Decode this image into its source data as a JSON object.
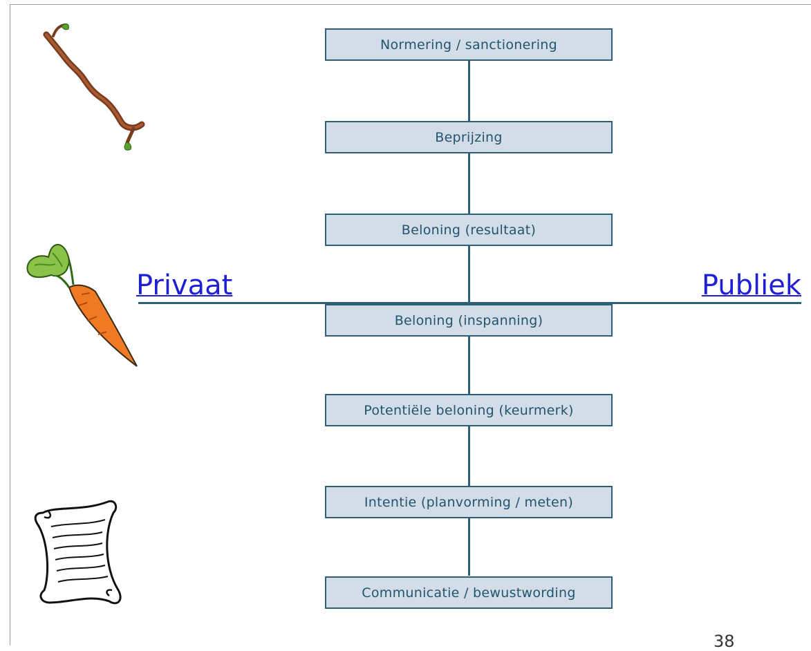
{
  "diagram": {
    "levels": [
      "Normering / sanctionering",
      "Beprijzing",
      "Beloning (resultaat)",
      "Beloning (inspanning)",
      "Potentiële beloning (keurmerk)",
      "Intentie (planvorming / meten)",
      "Communicatie / bewustwording"
    ],
    "axis_left": "Privaat",
    "axis_right": "Publiek"
  },
  "icons": [
    "stick-icon",
    "carrot-icon",
    "scroll-icon"
  ],
  "colors": {
    "box_fill": "#d3dde8",
    "box_border": "#2b5f7a",
    "box_text": "#22546f",
    "axis_label": "#1f1fd6"
  },
  "page_number": "38"
}
